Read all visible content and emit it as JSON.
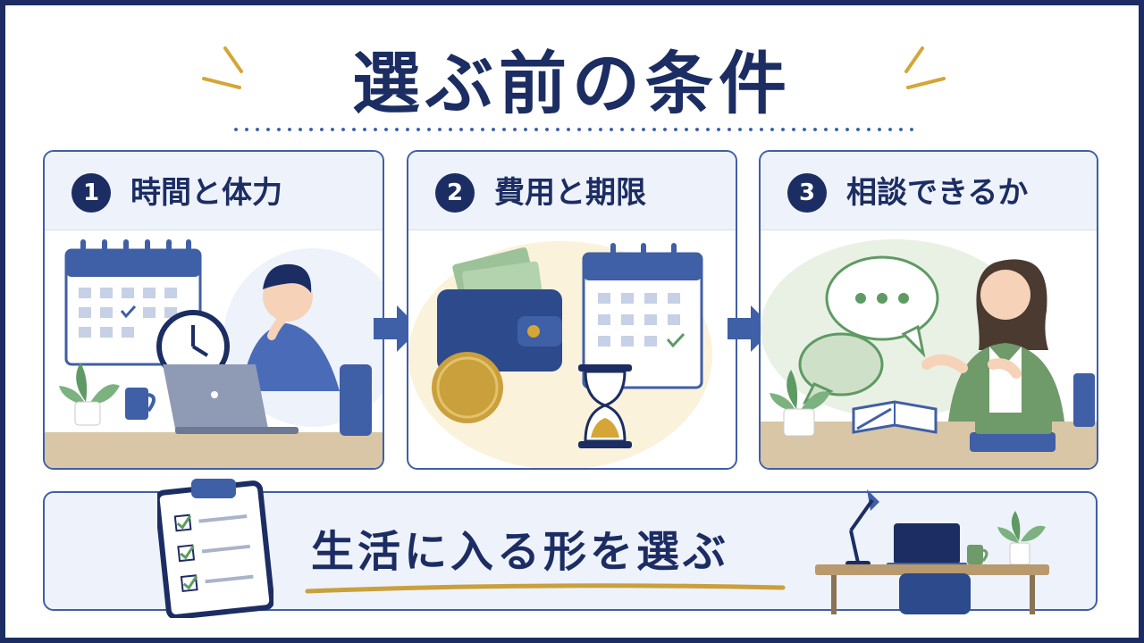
{
  "title": "選ぶ前の条件",
  "steps": [
    {
      "number": "1",
      "label": "時間と体力"
    },
    {
      "number": "2",
      "label": "費用と期限"
    },
    {
      "number": "3",
      "label": "相談できるか"
    }
  ],
  "wallet_coin_symbol": "¥",
  "summary": "生活に入る形を選ぶ",
  "colors": {
    "navy": "#1c2d63",
    "blue": "#3f5fa6",
    "light_blue": "#eef2fa",
    "gold": "#c9a03c",
    "green": "#5e9a63"
  }
}
